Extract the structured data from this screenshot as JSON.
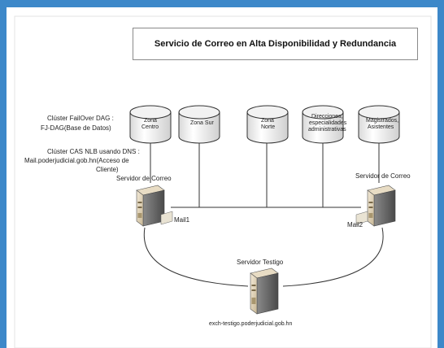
{
  "title": "Servicio de Correo en Alta Disponibilidad y Redundancia",
  "dag_label": [
    "Clúster FailOver DAG :",
    "FJ-DAG(Base de Datos)"
  ],
  "cas_label": [
    "Clúster CAS NLB usando DNS :",
    "Mail.poderjudicial.gob.hn(Acceso de",
    "Cliente)"
  ],
  "databases": [
    {
      "label": [
        "Zona",
        "Centro"
      ]
    },
    {
      "label": [
        "Zona Sur"
      ]
    },
    {
      "label": [
        "Zona",
        "Norte"
      ]
    },
    {
      "label": [
        "Direcciones,",
        "especialidades",
        "administrativas"
      ]
    },
    {
      "label": [
        "Magistrados,",
        "Asistentes"
      ]
    }
  ],
  "servers": {
    "left": {
      "role": "Servidor de Correo",
      "name": "Mail1"
    },
    "right": {
      "role": "Servidor de Correo",
      "name": "Mail2"
    },
    "witness": {
      "role": "Servidor Testigo",
      "host": "exch-testigo.poderjudicial.gob.hn"
    }
  }
}
